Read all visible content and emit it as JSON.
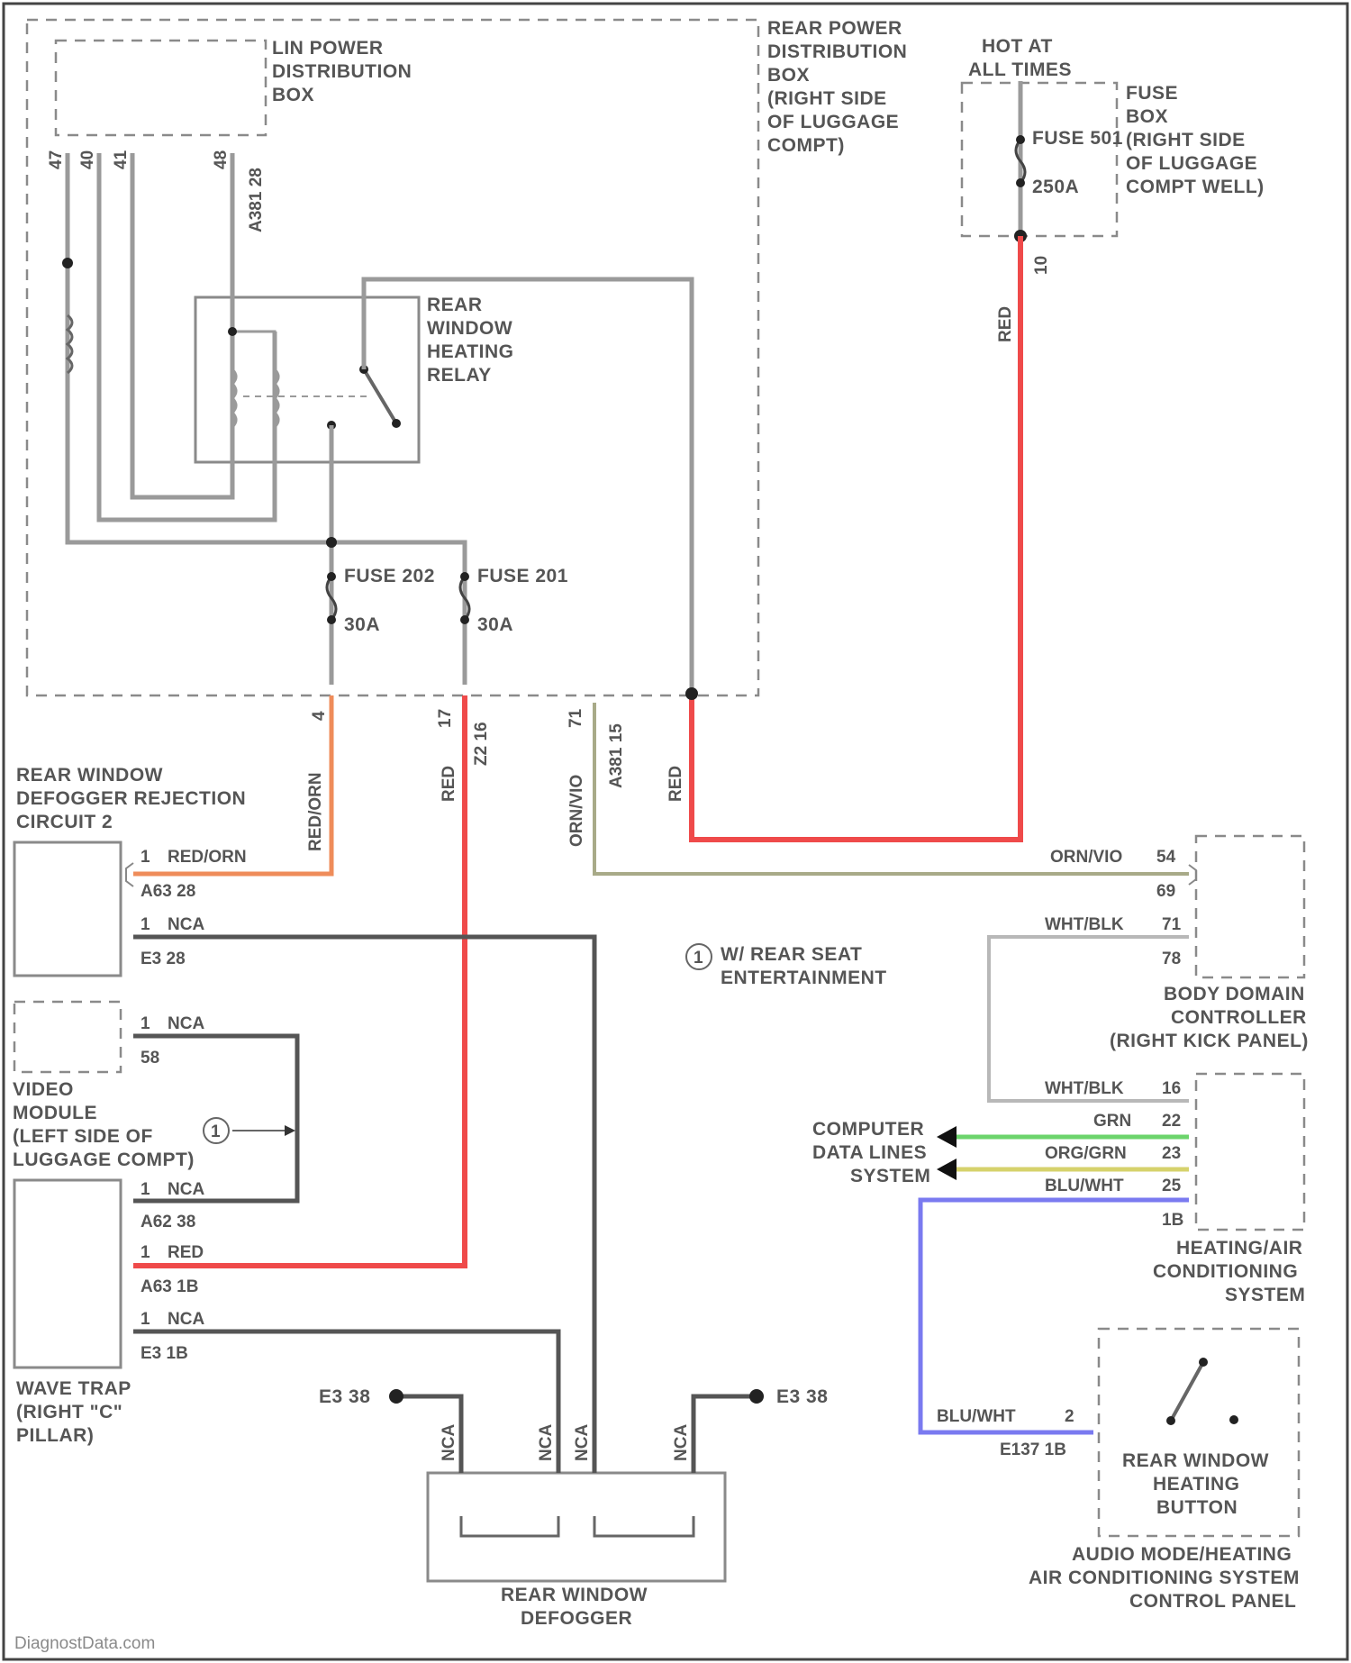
{
  "title": "",
  "colors": {
    "red": "#ef4a4a",
    "red_orn": "#ef8c5a",
    "orn_vio": "#a8aa88",
    "grn": "#6cd46c",
    "org_grn": "#d6d26c",
    "blu_wht": "#7a7af0",
    "wht_blk": "#b8b8b8",
    "nca": "#555555",
    "gray": "#9a9a9a"
  },
  "labels": {
    "lin_box": [
      "LIN POWER",
      "DISTRIBUTION",
      "BOX"
    ],
    "rear_box": [
      "REAR POWER",
      "DISTRIBUTION",
      "BOX",
      "(RIGHT SIDE",
      "OF LUGGAGE",
      "COMPT)"
    ],
    "hot": [
      "HOT AT",
      "ALL TIMES"
    ],
    "fuse_box": [
      "FUSE",
      "BOX",
      "(RIGHT SIDE",
      "OF LUGGAGE",
      "COMPT WELL)"
    ],
    "relay": [
      "REAR",
      "WINDOW",
      "HEATING",
      "RELAY"
    ],
    "fuse_202": "FUSE 202",
    "fuse_201": "FUSE 201",
    "fuse_501": "FUSE 501",
    "amp_30a_1": "30A",
    "amp_30a_2": "30A",
    "amp_250a": "250A",
    "rejection": [
      "REAR WINDOW",
      "DEFOGGER REJECTION",
      "CIRCUIT 2"
    ],
    "video": [
      "VIDEO",
      "MODULE",
      "(LEFT SIDE OF",
      "LUGGAGE COMPT)"
    ],
    "wave_trap": [
      "WAVE TRAP",
      "(RIGHT \"C\"",
      "PILLAR)"
    ],
    "rse_note": [
      "W/ REAR SEAT",
      "ENTERTAINMENT"
    ],
    "rse_num": "1",
    "rse_num2": "1",
    "bdc": [
      "BODY DOMAIN",
      "CONTROLLER",
      "(RIGHT KICK PANEL)"
    ],
    "hvac": [
      "HEATING/AIR",
      "CONDITIONING",
      "SYSTEM"
    ],
    "cdl": [
      "COMPUTER",
      "DATA LINES",
      "SYSTEM"
    ],
    "defogger": [
      "REAR WINDOW",
      "DEFOGGER"
    ],
    "button": [
      "REAR WINDOW",
      "HEATING",
      "BUTTON"
    ],
    "panel": [
      "AUDIO MODE/HEATING",
      "AIR CONDITIONING SYSTEM",
      "CONTROL PANEL"
    ],
    "gnd_left": "E3 38",
    "gnd_right": "E3 38",
    "watermark": "DiagnostData.com"
  },
  "wires": {
    "red_orn": "RED/ORN",
    "red": "RED",
    "orn_vio": "ORN/VIO",
    "wht_blk": "WHT/BLK",
    "grn": "GRN",
    "org_grn": "ORG/GRN",
    "blu_wht": "BLU/WHT",
    "nca": "NCA"
  },
  "pins": {
    "lin_pins": [
      "47",
      "40",
      "41",
      "48"
    ],
    "a381": "A381 28",
    "rear_bottom_a": "4",
    "rear_bottom_b": "17",
    "rear_bottom_c": "Z2 16",
    "rear_bottom_d": "71",
    "rear_bottom_e": "A381 15",
    "fuse_out": "10",
    "rej_pin": "1",
    "rej_conn": "A63 28",
    "rej_pin2": "1",
    "rej_conn2": "E3 28",
    "video_pin": "1",
    "video_conn": "58",
    "wave_pin1": "1",
    "wave_conn1": "A62 38",
    "wave_pin2": "1",
    "wave_conn2": "A63 1B",
    "wave_pin3": "1",
    "wave_conn3": "E3 1B",
    "bdc_pin1": "54",
    "bdc_conn1": "69",
    "bdc_pin2": "71",
    "bdc_conn2": "78",
    "hvac_pin1": "16",
    "hvac_pin2": "22",
    "hvac_pin3": "23",
    "hvac_pin4": "25",
    "hvac_conn": "1B",
    "panel_pin": "2",
    "panel_conn": "E137 1B"
  }
}
